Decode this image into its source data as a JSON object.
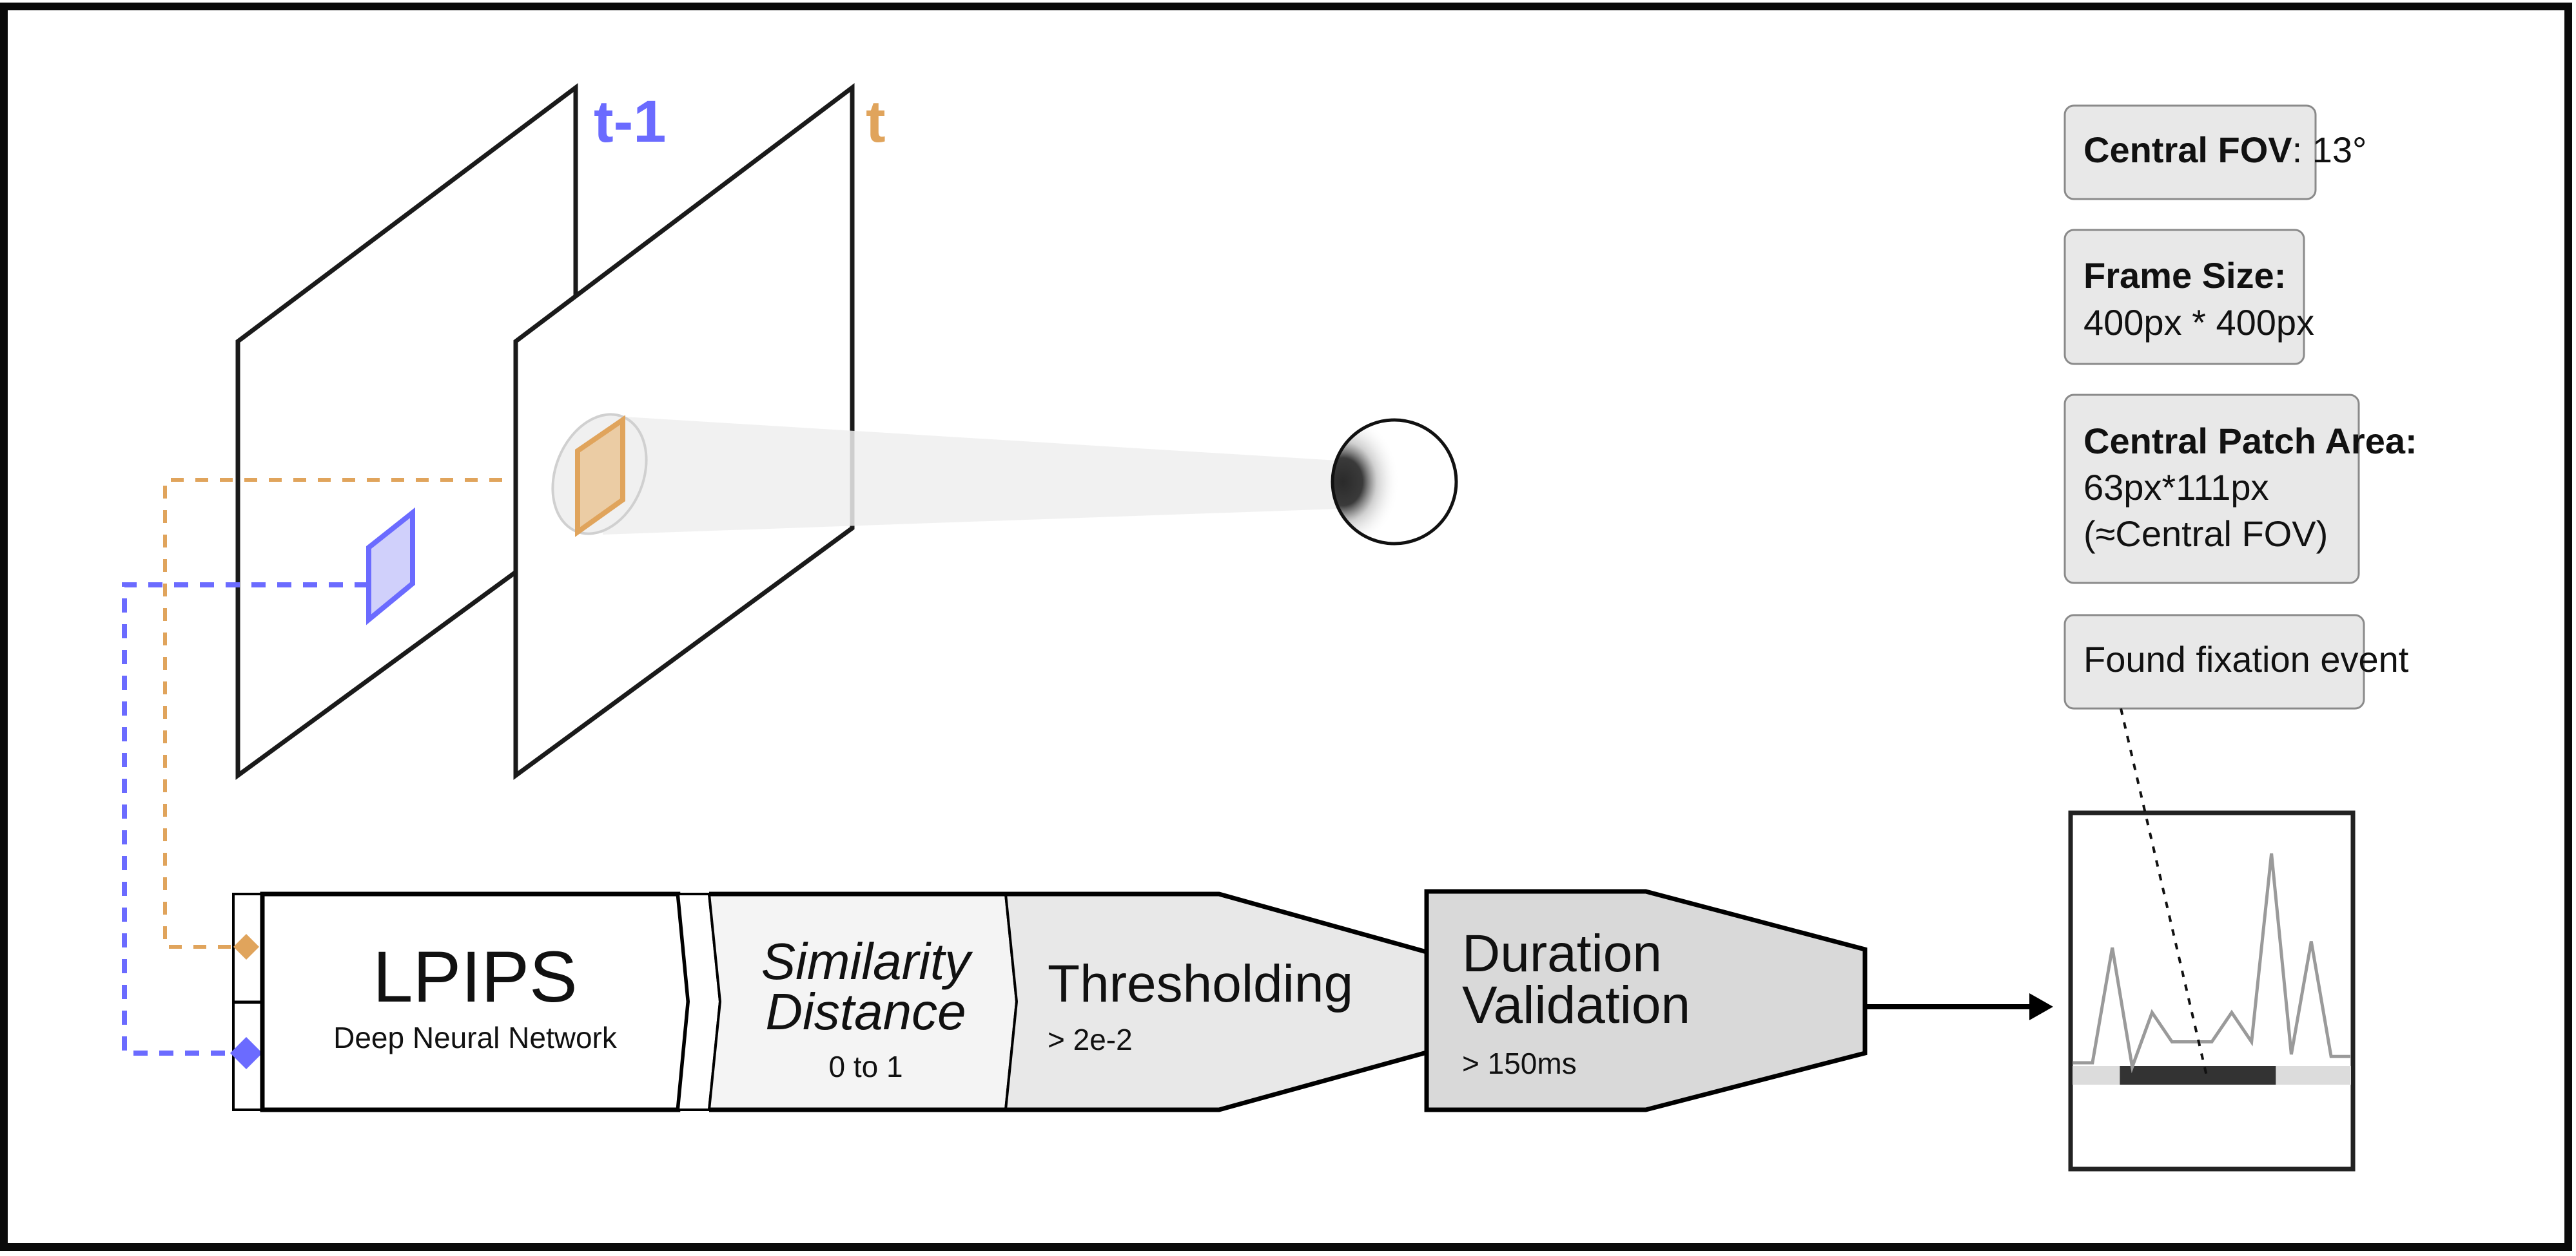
{
  "colors": {
    "prev_frame": "#6b6bff",
    "prev_patch_fill": "#d0d0fb",
    "curr_frame": "#e0a45c",
    "curr_patch_fill": "#ebcca4",
    "stage_lpips": "#ffffff",
    "stage_similarity": "#f4f4f4",
    "stage_threshold": "#e8e8e8",
    "stage_duration": "#d9d9d9",
    "info_box": "#e8e8e8",
    "signal_line": "#9a9a9a",
    "fixation_bar": "#333333",
    "timeline_track": "#dcdcdc"
  },
  "frames": {
    "previous_label": "t-1",
    "current_label": "t"
  },
  "info_boxes": {
    "central_fov": {
      "label": "Central FOV",
      "value": ": 13°"
    },
    "frame_size": {
      "label": "Frame Size:",
      "value": "400px * 400px"
    },
    "central_patch": {
      "label": "Central Patch Area:",
      "value_line1": "63px*111px",
      "value_line2": "(≈Central FOV)"
    },
    "fixation_event": {
      "text": "Found fixation event"
    }
  },
  "pipeline": {
    "lpips": {
      "title": "LPIPS",
      "subtitle": "Deep Neural Network"
    },
    "similarity": {
      "title_line1": "Similarity",
      "title_line2": "Distance",
      "range": "0 to 1"
    },
    "thresholding": {
      "title": "Thresholding",
      "condition": "> 2e-2"
    },
    "duration": {
      "title_line1": "Duration",
      "title_line2": "Validation",
      "condition": "> 150ms"
    }
  },
  "signal_plot": {
    "values": [
      0.0,
      0.0,
      0.55,
      -0.02,
      0.24,
      0.1,
      0.1,
      0.1,
      0.24,
      0.1,
      1.0,
      0.04,
      0.58,
      0.03,
      0.03
    ],
    "fixation_span": [
      0.17,
      0.73
    ]
  }
}
